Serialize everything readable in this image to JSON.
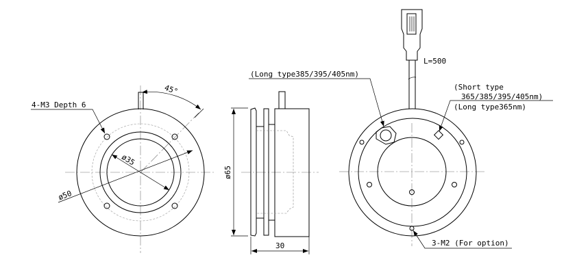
{
  "front_view": {
    "hole_label": "4-M3 Depth 6",
    "angle_label": "45°",
    "inner_dia_label": "ø35",
    "pcd_label": "ø50"
  },
  "side_view": {
    "outer_dia_label": "ø65",
    "length_label": "30"
  },
  "rear_view": {
    "cable_label": "L=500",
    "long_type_label": "(Long type385/395/405nm)",
    "short_type_label_1": "(Short type",
    "short_type_label_2": "365/385/395/405nm)",
    "long_type_365_label": "(Long type365nm)",
    "option_label": "3-M2 (For option)"
  }
}
